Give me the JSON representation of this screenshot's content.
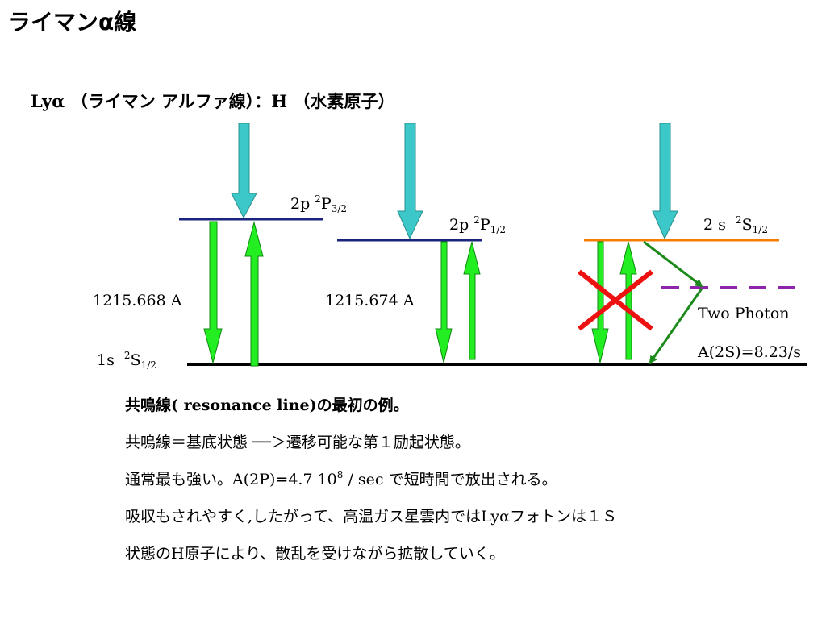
{
  "title": "ライマンα線",
  "subtitle": "Lyα （ライマン アルファ線）：H （水素原子）",
  "levels": {
    "p32": {
      "prefix": "2p ",
      "sup": "2",
      "term": "P",
      "sub": "3/2"
    },
    "p12": {
      "prefix": "2p ",
      "sup": "2",
      "term": "P",
      "sub": "1/2"
    },
    "s12_upper": {
      "prefix": "2 s  ",
      "sup": "2",
      "term": "S",
      "sub": "1/2"
    },
    "ground": {
      "prefix": "1s  ",
      "sup": "2",
      "term": "S",
      "sub": "1/2"
    }
  },
  "wavelengths": {
    "p32": "1215.668 A",
    "p12": "1215.674 A"
  },
  "two_photon": {
    "label": "Two Photon",
    "rate": "A(2S)=8.23/s"
  },
  "notes": {
    "line1": "共鳴線( resonance line)の最初の例。",
    "line2": "共鳴線＝基底状態 ──＞遷移可能な第１励起状態。",
    "line3_pre": "通常最も強い。A(2P)=4.7 10",
    "line3_sup": "8",
    "line3_post": " / sec で短時間で放出される。",
    "line4": "吸収もされやすく,したがって、高温ガス星雲内ではLyαフォトンは１Ｓ",
    "line5": "状態のH原子により、散乱を受けながら拡散していく。"
  },
  "colors": {
    "cyan_arrow": "#3cc8c8",
    "green_arrow": "#22ee22",
    "navy_level": "#1a237e",
    "orange_level": "#f57c00",
    "purple_virtual": "#8e24aa",
    "dark_green": "#1b8a1b",
    "red_cross": "#ee1111"
  }
}
